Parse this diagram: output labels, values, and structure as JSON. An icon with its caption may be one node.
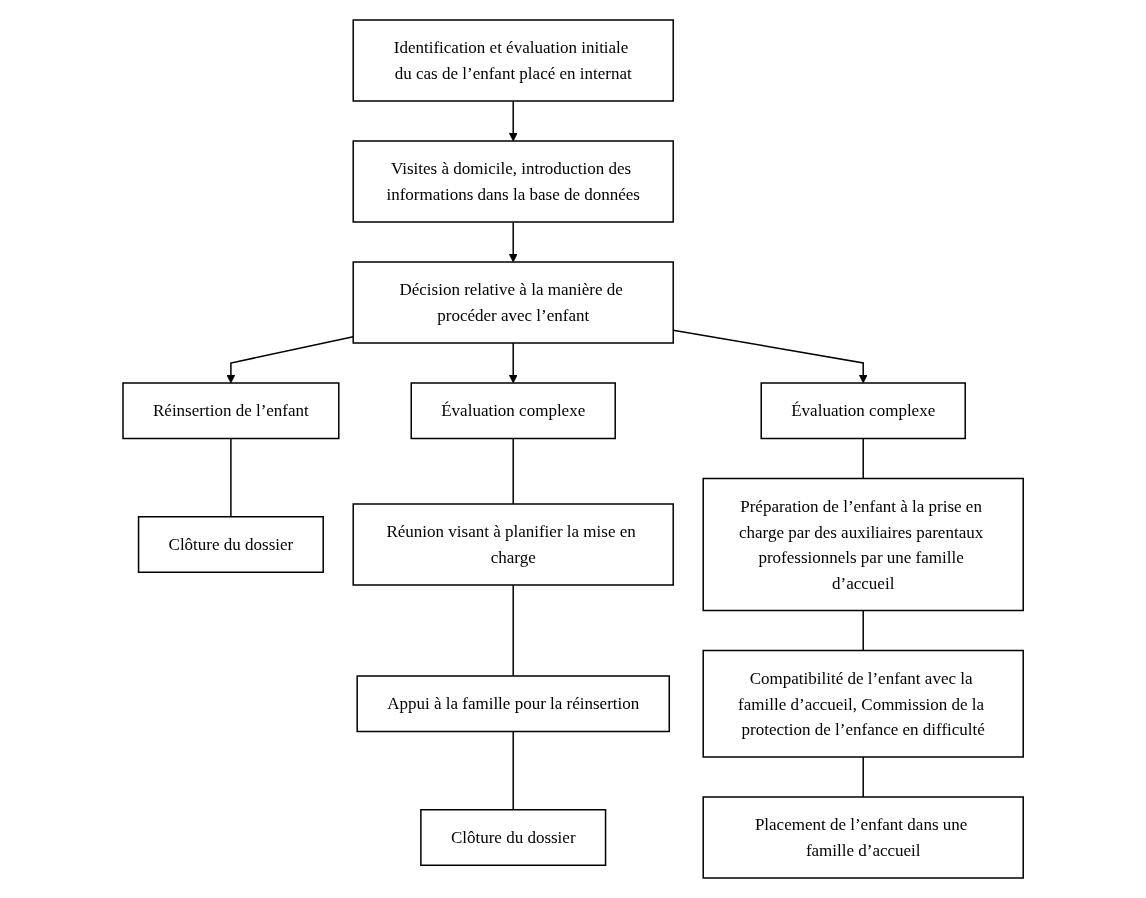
{
  "diagram": {
    "nodes": [
      {
        "text": [
          "Identification et évaluation initiale du cas de l’enfant placé en internat"
        ]
      },
      {
        "text": [
          "Visites à domicile, introduction des informations dans la base de données"
        ]
      },
      {
        "text": [
          "Décision relative à la manière de procéder avec l’enfant"
        ]
      },
      {
        "text": [
          "Réinsertion de l’enfant"
        ]
      },
      {
        "text": [
          "Clôture du dossier"
        ]
      },
      {
        "text": [
          "Évaluation complexe"
        ]
      },
      {
        "text": [
          "Réunion visant à planifier la mise en charge"
        ]
      },
      {
        "text": [
          "Appui à la famille pour la réinsertion"
        ]
      },
      {
        "text": [
          "Clôture du dossier"
        ]
      },
      {
        "text": [
          "Évaluation complexe"
        ]
      },
      {
        "text": [
          "Préparation de l’enfant à la prise en charge par des auxiliaires parentaux professionnels par une famille d’accueil"
        ]
      },
      {
        "text": [
          "Compatibilité de l’enfant avec la famille d’accueil, Commission de la protection de l’enfance en difficulté"
        ]
      },
      {
        "text": [
          "Placement de l’enfant dans une famille d’accueil"
        ]
      }
    ],
    "edges": [
      {
        "from": 0,
        "to": 1,
        "arrow": "to"
      },
      {
        "from": 1,
        "to": 2,
        "arrow": "to"
      },
      {
        "from": 2,
        "to": 3,
        "arrow": "to"
      },
      {
        "from": 2,
        "to": 5,
        "arrow": "to"
      },
      {
        "from": 2,
        "to": 9,
        "arrow": "to"
      },
      {
        "from": 3,
        "to": 4,
        "arrow": "none"
      },
      {
        "from": 5,
        "to": 6,
        "arrow": "none"
      },
      {
        "from": 6,
        "to": 7,
        "arrow": "none"
      },
      {
        "from": 7,
        "to": 8,
        "arrow": "none"
      },
      {
        "from": 9,
        "to": 10,
        "arrow": "none"
      },
      {
        "from": 10,
        "to": 11,
        "arrow": "none"
      },
      {
        "from": 11,
        "to": 12,
        "arrow": "none"
      }
    ]
  }
}
